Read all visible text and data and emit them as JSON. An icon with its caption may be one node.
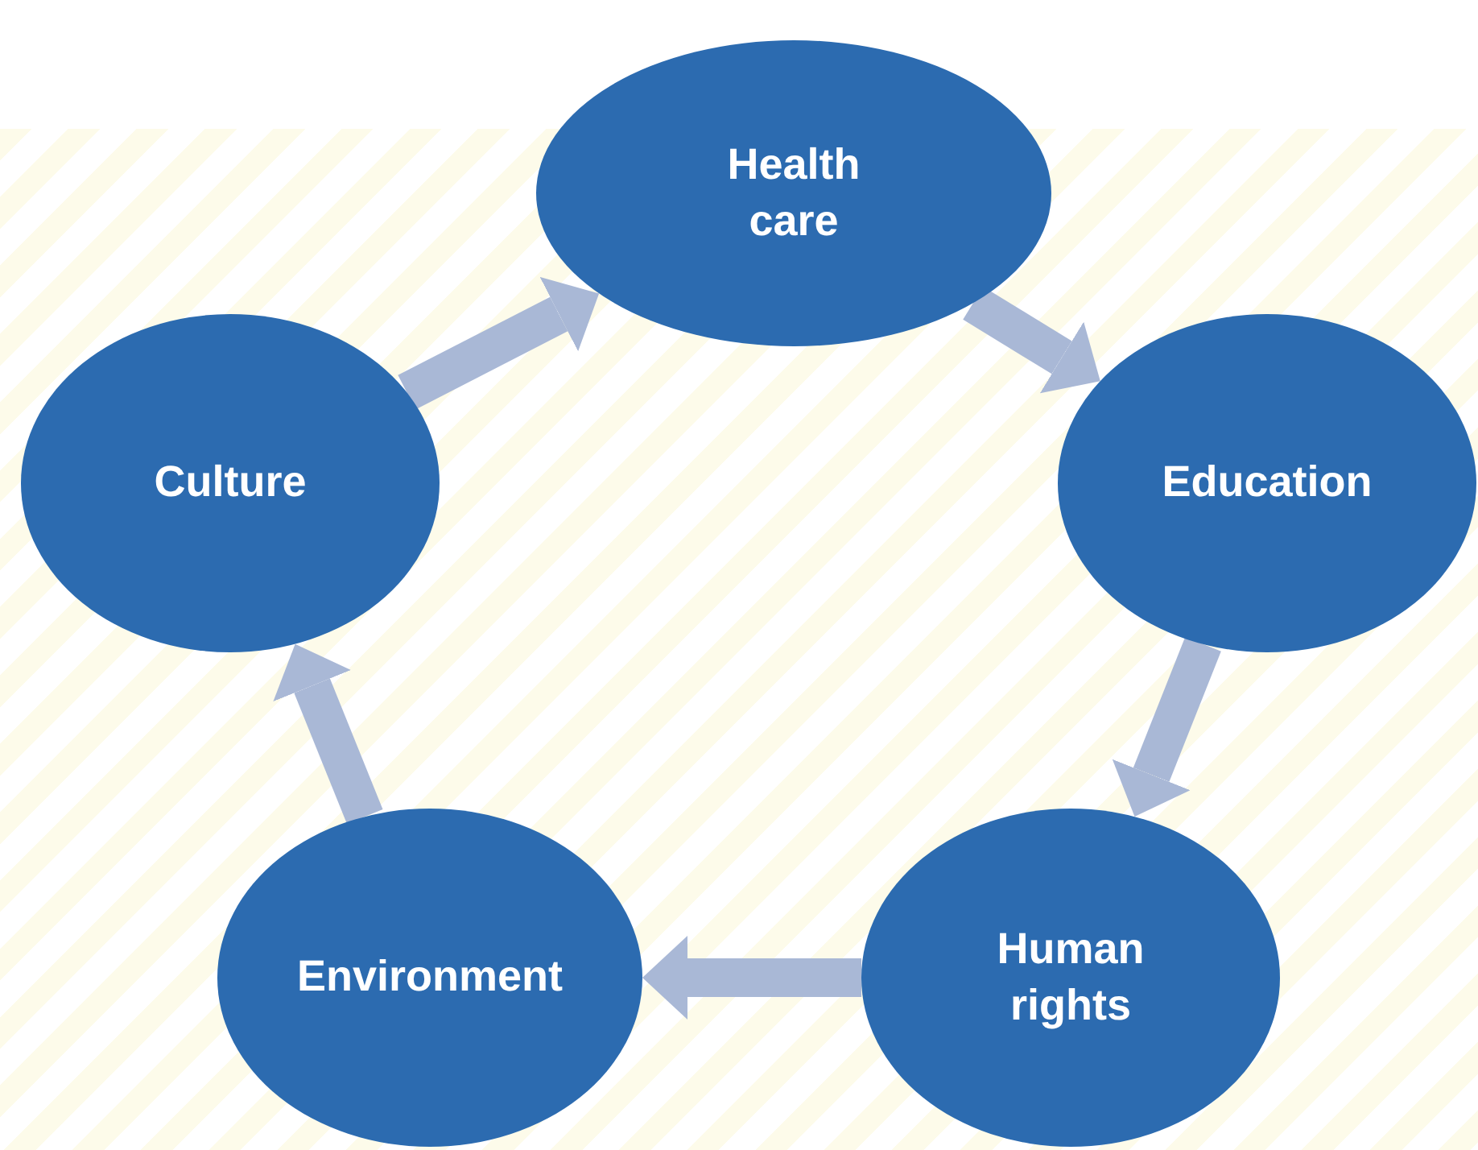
{
  "diagram": {
    "nodes": [
      {
        "text": [
          "Health care"
        ]
      },
      {
        "text": [
          "Education"
        ]
      },
      {
        "text": [
          "Human rights"
        ]
      },
      {
        "text": [
          "Environment"
        ]
      },
      {
        "text": [
          "Culture"
        ]
      }
    ],
    "edges": [
      {
        "from": 0,
        "to": 1,
        "arrow": "to"
      },
      {
        "from": 1,
        "to": 2,
        "arrow": "to"
      },
      {
        "from": 2,
        "to": 3,
        "arrow": "to"
      },
      {
        "from": 3,
        "to": 4,
        "arrow": "to"
      },
      {
        "from": 4,
        "to": 0,
        "arrow": "to"
      }
    ]
  }
}
